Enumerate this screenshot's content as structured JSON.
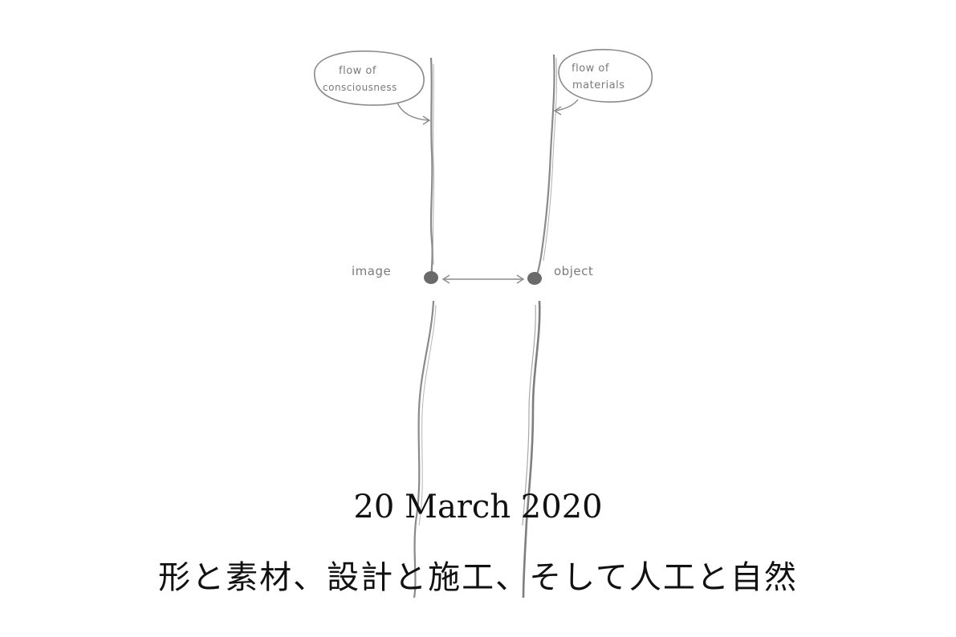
{
  "sketch": {
    "bubble_left_line1": "flow of",
    "bubble_left_line2": "consciousness",
    "bubble_right_line1": "flow of",
    "bubble_right_line2": "materials",
    "label_left": "image",
    "label_right": "object"
  },
  "caption": {
    "date": "20 March 2020",
    "title": "形と素材、設計と施工、そして人工と自然"
  }
}
